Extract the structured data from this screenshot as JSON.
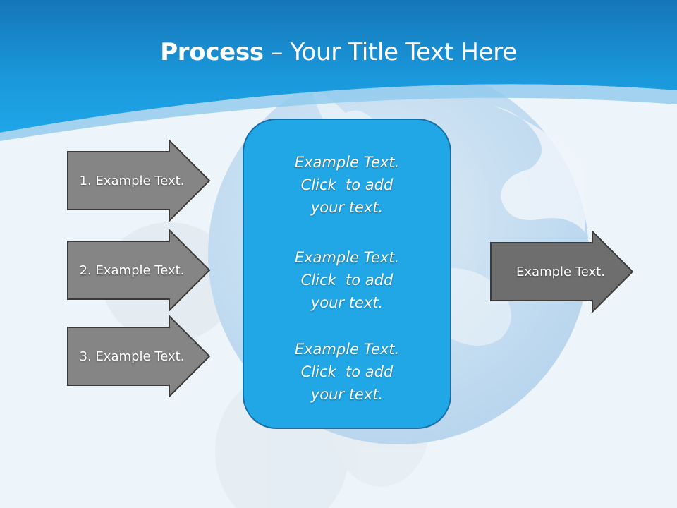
{
  "title": {
    "bold": "Process",
    "rest": " – Your Title Text Here"
  },
  "inputs": [
    {
      "label": "1. Example Text."
    },
    {
      "label": "2. Example Text."
    },
    {
      "label": "3. Example Text."
    }
  ],
  "center_items": [
    {
      "lines": [
        "Example Text.",
        "Click  to add",
        "your text."
      ]
    },
    {
      "lines": [
        "Example Text.",
        "Click  to add",
        "your text."
      ]
    },
    {
      "lines": [
        "Example Text.",
        "Click  to add",
        "your text."
      ]
    }
  ],
  "output": {
    "label": "Example Text."
  },
  "colors": {
    "header_blue": "#1b9fe3",
    "header_dark": "#1576b8",
    "arrow_fill": "#858585",
    "arrow_stroke": "#3a3a3a",
    "box_fill": "#22a7e6",
    "box_stroke": "#1a6fa6"
  }
}
